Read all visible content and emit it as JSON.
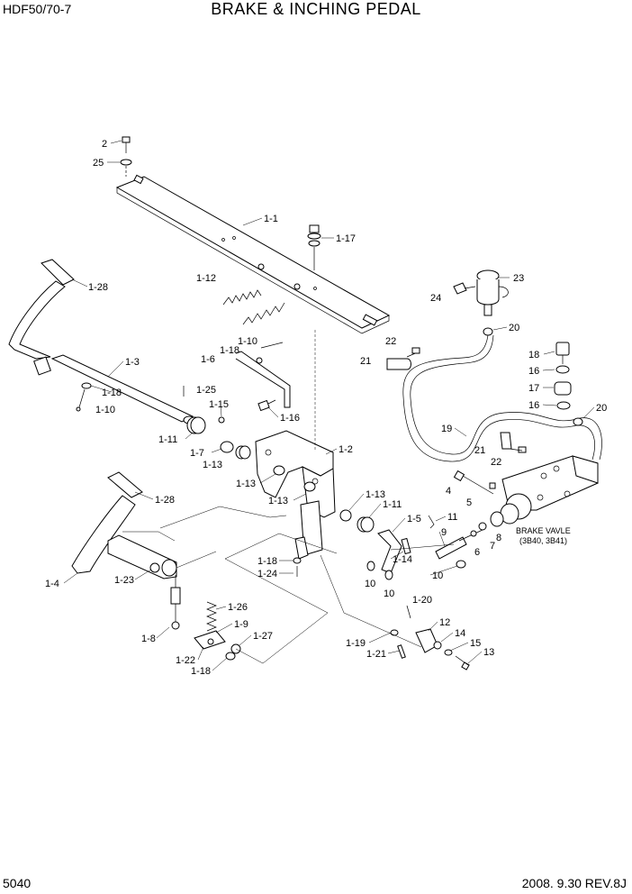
{
  "header": {
    "model": "HDF50/70-7",
    "title": "BRAKE & INCHING PEDAL"
  },
  "footer": {
    "page": "5040",
    "date_rev": "2008. 9.30  REV.8J"
  },
  "labels": {
    "l2": "2",
    "l25": "25",
    "l1_1": "1-1",
    "l1_17": "1-17",
    "l1_28a": "1-28",
    "l1_12": "1-12",
    "l23": "23",
    "l24": "24",
    "l20a": "20",
    "l1_10a": "1-10",
    "l1_18a": "1-18",
    "l1_6": "1-6",
    "l22a": "22",
    "l21a": "21",
    "l1_3": "1-3",
    "l1_18b": "1-18",
    "l1_10b": "1-10",
    "l1_25": "1-25",
    "l1_15": "1-15",
    "l1_16": "1-16",
    "l18": "18",
    "l16a": "16",
    "l17": "17",
    "l16b": "16",
    "l20b": "20",
    "l19": "19",
    "l1_11a": "1-11",
    "l1_7": "1-7",
    "l1_13a": "1-13",
    "l1_2": "1-2",
    "l21b": "21",
    "l22b": "22",
    "l1_13b": "1-13",
    "l1_28b": "1-28",
    "l1_13c": "1-13",
    "l1_13d": "1-13",
    "l4": "4",
    "l5": "5",
    "l1_11b": "1-11",
    "l11": "11",
    "l1_5": "1-5",
    "l9": "9",
    "l8": "8",
    "l7": "7",
    "l6": "6",
    "l1_14": "1-14",
    "l10a": "10",
    "l10b": "10",
    "l10c": "10",
    "l1_4": "1-4",
    "l1_23": "1-23",
    "l1_18c": "1-18",
    "l1_24": "1-24",
    "l1_26": "1-26",
    "l1_20": "1-20",
    "l1_9": "1-9",
    "l1_8": "1-8",
    "l1_27": "1-27",
    "l12": "12",
    "l14": "14",
    "l15": "15",
    "l13": "13",
    "l1_19": "1-19",
    "l1_21": "1-21",
    "l1_22": "1-22",
    "l1_18d": "1-18",
    "brake_valve": "BRAKE VAVLE",
    "brake_valve_ref": "(3B40, 3B41)"
  }
}
